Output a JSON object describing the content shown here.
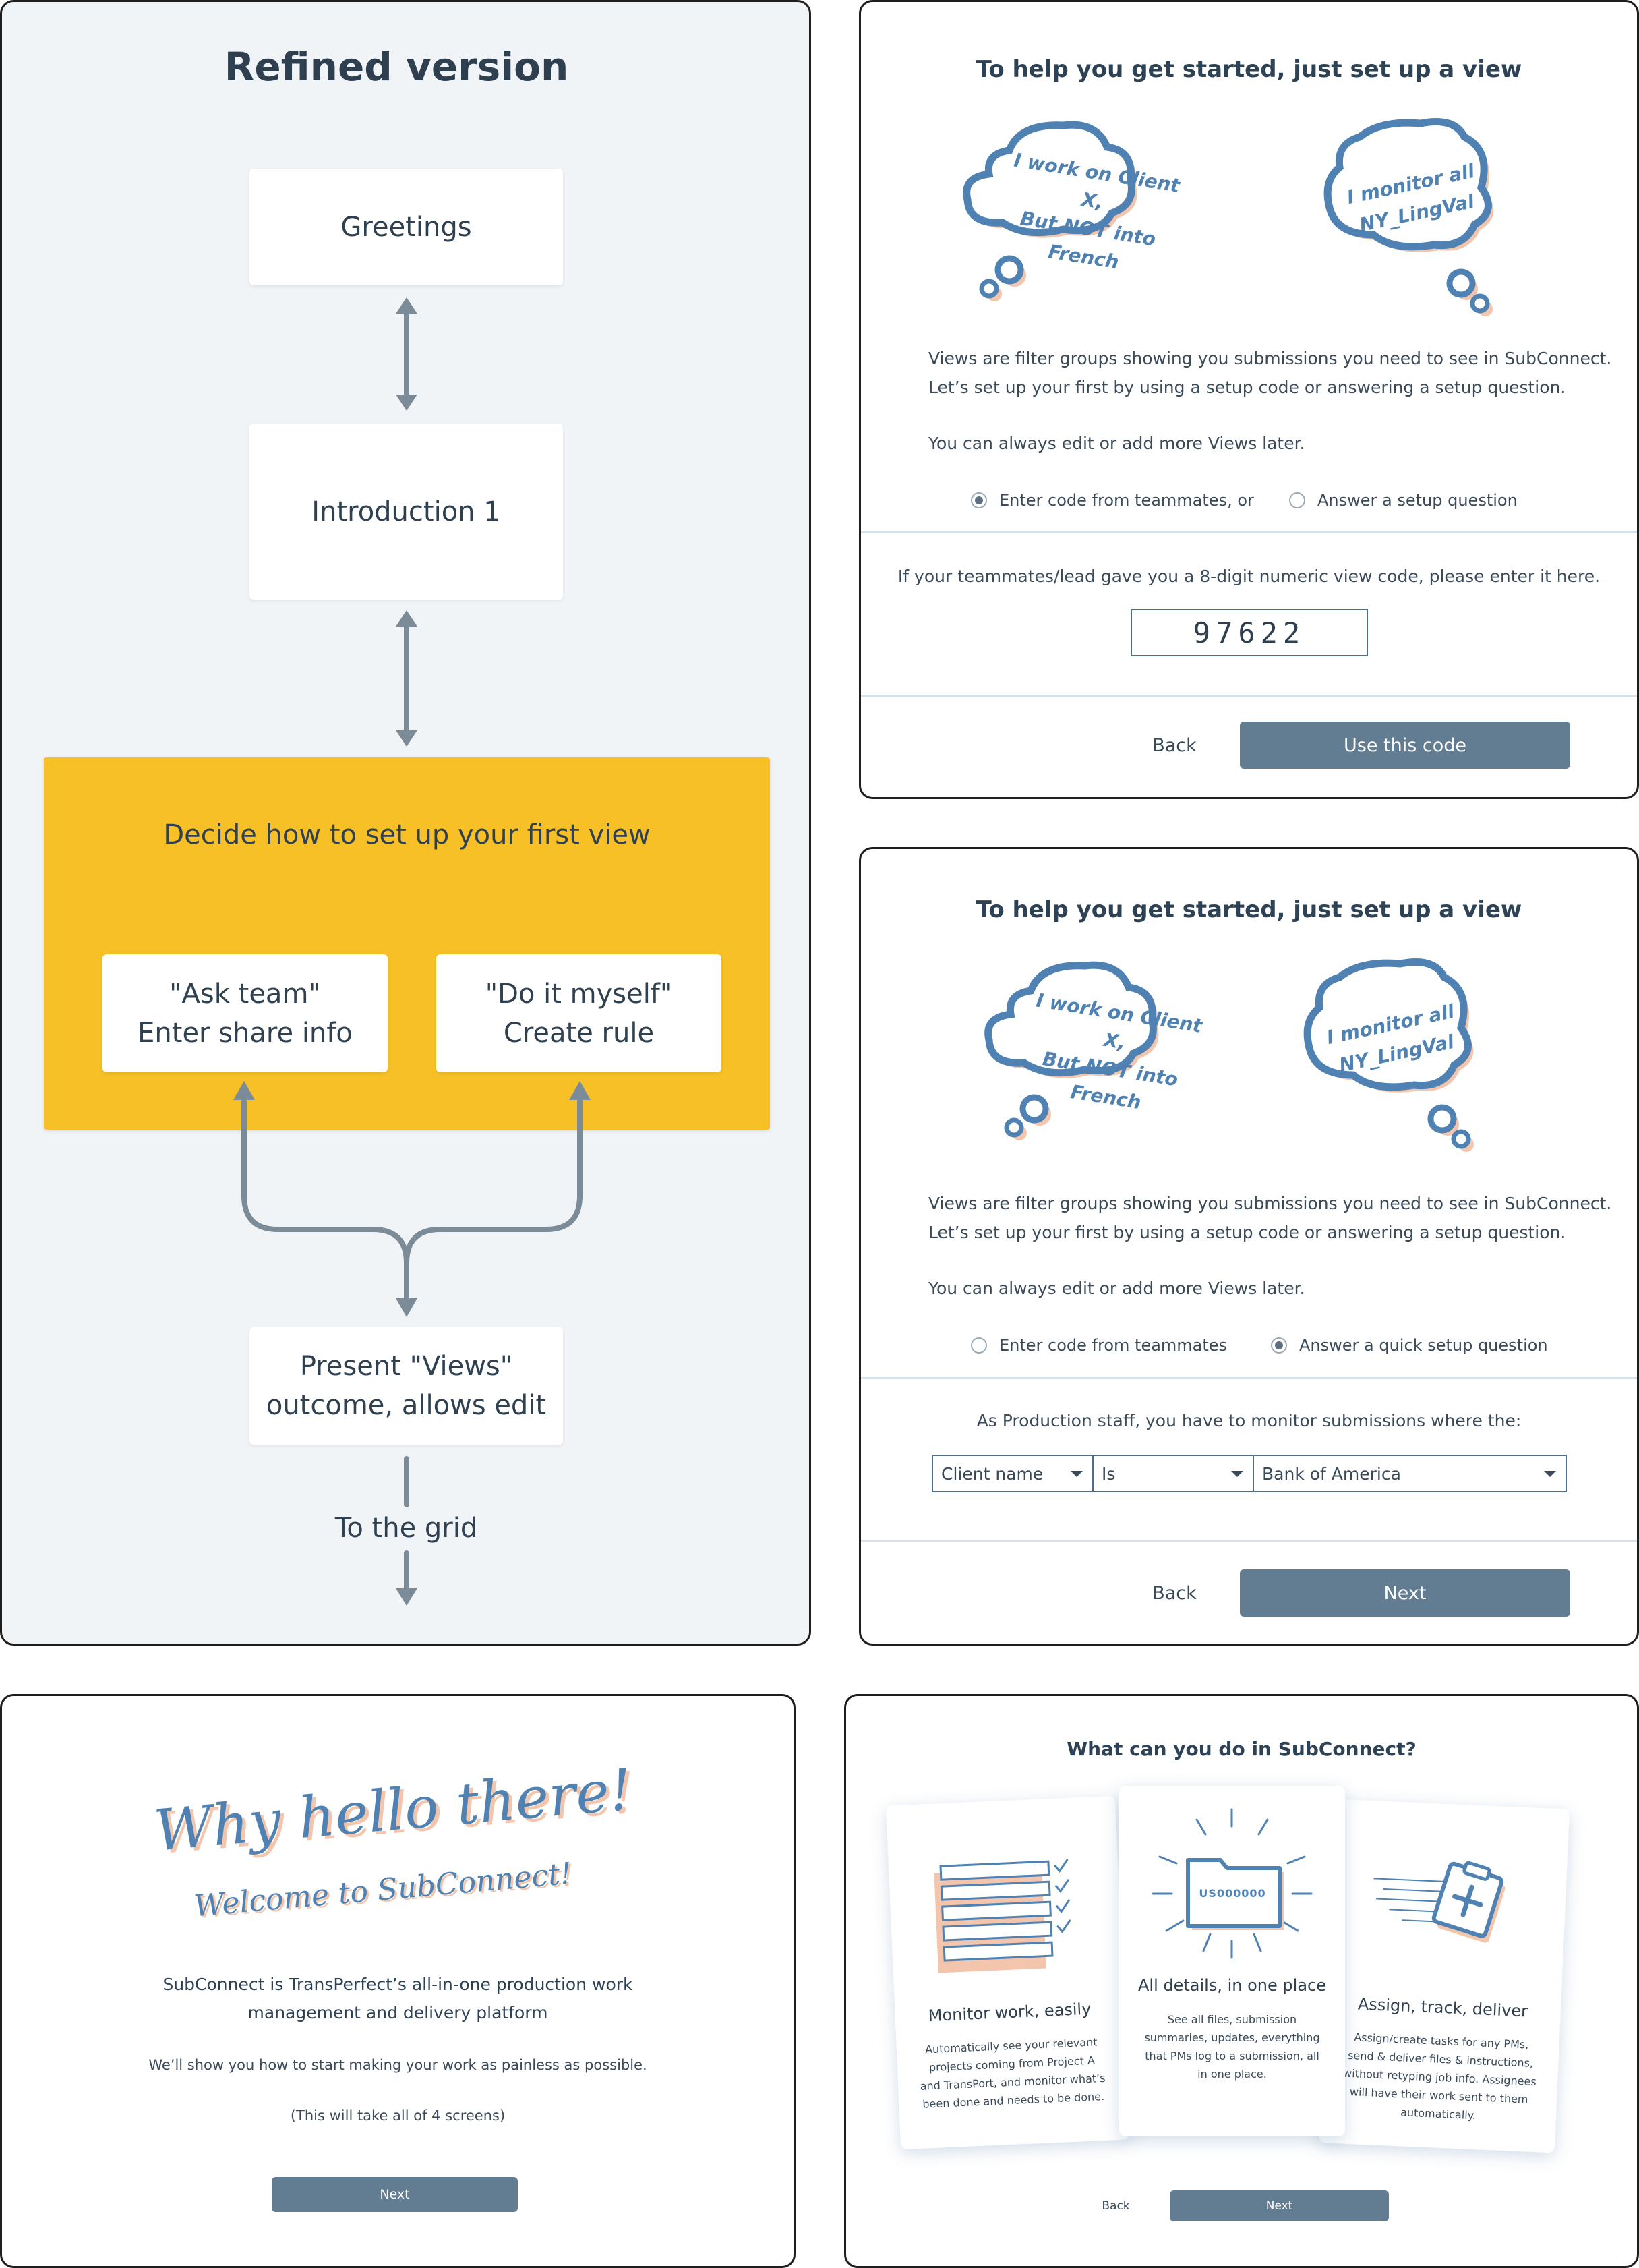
{
  "flow": {
    "title": "Refined version",
    "greetings": "Greetings",
    "intro": "Introduction 1",
    "decide": "Decide how to set up your first view",
    "ask_team": "\"Ask team\"\nEnter share info",
    "do_myself": "\"Do it myself\"\nCreate rule",
    "present": "Present \"Views\"\noutcome, allows edit",
    "to_grid": "To the grid"
  },
  "code_screen": {
    "heading": "To help you get started, just set up a view",
    "bubble_left": "I work on Client X,\nBut NOT into French",
    "bubble_right": "I monitor all\nNY_LingVal",
    "desc_line1": "Views are filter groups showing you submissions you need to see in SubConnect.",
    "desc_line2": "Let’s set up your first by using a setup code or answering a setup question.",
    "desc_line3": "You can always edit or add more Views later.",
    "radio_code": "Enter code from teammates, or",
    "radio_question": "Answer a setup question",
    "code_prompt": "If your teammates/lead gave you a 8-digit numeric view code, please enter it here.",
    "code_value": "97622",
    "back": "Back",
    "use_code": "Use this code"
  },
  "question_screen": {
    "heading": "To help you get started, just set up a view",
    "bubble_left": "I work on Client X,\nBut NOT into French",
    "bubble_right": "I monitor all\nNY_LingVal",
    "desc_line1": "Views are filter groups showing you submissions you need to see in SubConnect.",
    "desc_line2": "Let’s set up your first by using a setup code or answering a setup question.",
    "desc_line3": "You can always edit or add more Views later.",
    "radio_code": "Enter code from teammates",
    "radio_question": "Answer a quick setup question",
    "question": "As Production staff, you have to monitor submissions where the:",
    "select_field": "Client name",
    "select_op": "Is",
    "select_value": "Bank of America",
    "back": "Back",
    "next": "Next"
  },
  "welcome_screen": {
    "hello": "Why hello there!",
    "welcome": "Welcome to SubConnect!",
    "line1": "SubConnect is TransPerfect’s all-in-one production work",
    "line2": "management and delivery platform",
    "line3": "We’ll show you how to start making your work as painless as possible.",
    "line4": "(This will take all of 4 screens)",
    "next": "Next"
  },
  "features_screen": {
    "heading": "What can you do in SubConnect?",
    "card1_title": "Monitor work, easily",
    "card1_body": "Automatically see your relevant projects coming from Project A and TransPort, and monitor what’s been done and needs to be done.",
    "card2_title": "All details, in one place",
    "card2_body": "See all files, submission summaries, updates, everything that PMs log to a submission, all in one place.",
    "card2_folder": "US000000",
    "card3_title": "Assign, track, deliver",
    "card3_body": "Assign/create tasks for any PMs, send & deliver files & instructions, without retyping job info. Assignees will have their work sent to them automatically.",
    "back": "Back",
    "next": "Next"
  },
  "colors": {
    "accent": "#f6c026",
    "button": "#627c91",
    "bubble_stroke": "#4f82b3",
    "bubble_shadow": "#f4c5ad",
    "panel_bg": "#f1f4f7",
    "arrow": "#7b8b98"
  }
}
